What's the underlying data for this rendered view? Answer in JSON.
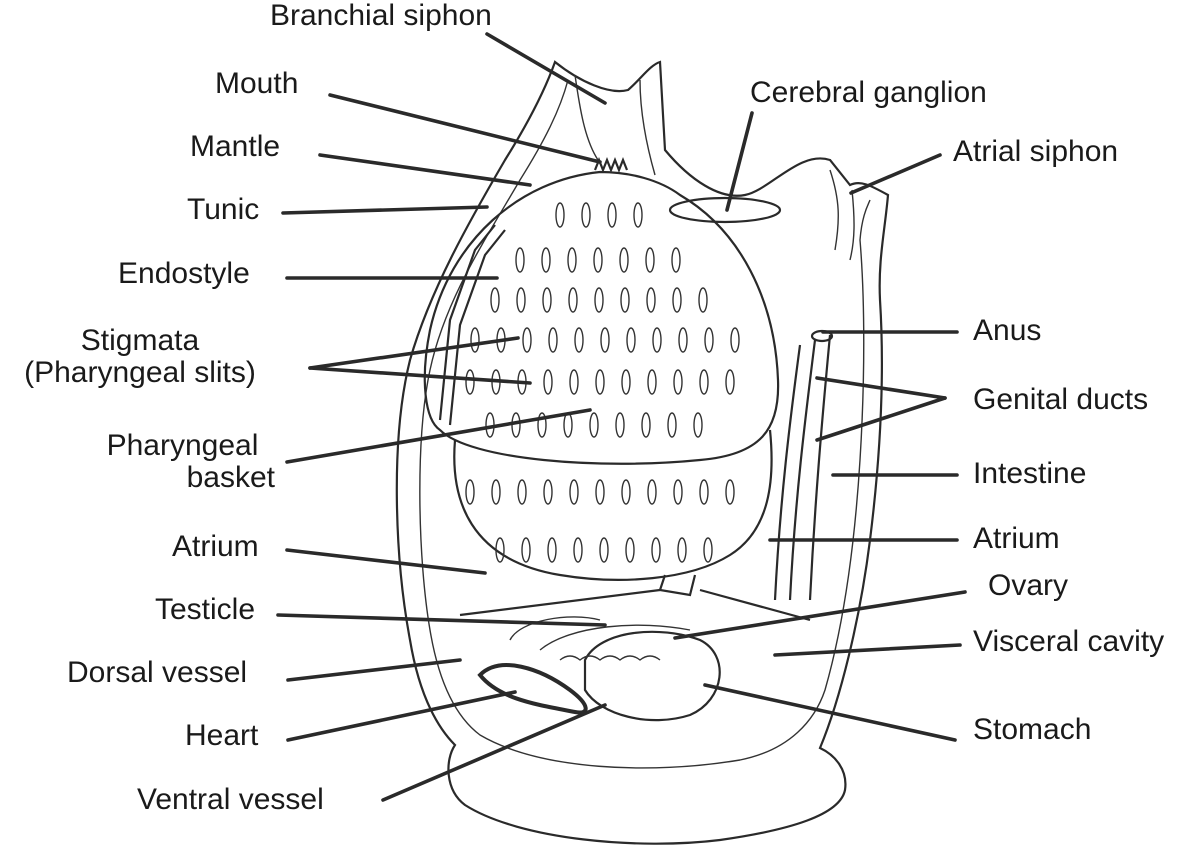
{
  "labels": {
    "branchial_siphon": "Branchial siphon",
    "mouth": "Mouth",
    "mantle": "Mantle",
    "tunic": "Tunic",
    "endostyle": "Endostyle",
    "stigmata_line1": "Stigmata",
    "stigmata_line2": "(Pharyngeal slits)",
    "pharyngeal_line1": "Pharyngeal",
    "pharyngeal_line2": "basket",
    "atrium_left": "Atrium",
    "testicle": "Testicle",
    "dorsal_vessel": "Dorsal vessel",
    "heart": "Heart",
    "ventral_vessel": "Ventral vessel",
    "cerebral_ganglion": "Cerebral ganglion",
    "atrial_siphon": "Atrial siphon",
    "anus": "Anus",
    "genital_ducts": "Genital ducts",
    "intestine": "Intestine",
    "atrium_right": "Atrium",
    "ovary": "Ovary",
    "visceral_cavity": "Visceral cavity",
    "stomach": "Stomach"
  }
}
